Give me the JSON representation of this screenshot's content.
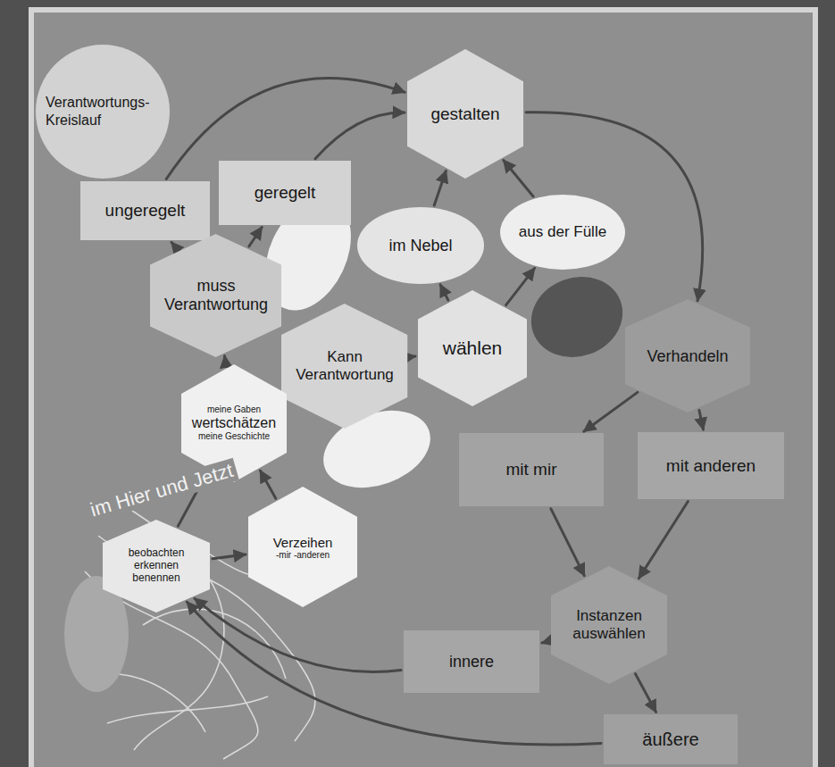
{
  "diagram": {
    "title": "Verantwortungs-Kreislauf",
    "nodes": [
      {
        "text": [
          "ungeregelt"
        ]
      },
      {
        "text": [
          "geregelt"
        ]
      },
      {
        "text": [
          "gestalten"
        ]
      },
      {
        "text": [
          "muss Verantwortung"
        ]
      },
      {
        "text": [
          "im Nebel"
        ]
      },
      {
        "text": [
          "aus der Fülle"
        ]
      },
      {
        "text": [
          "Kann Verantwortung"
        ]
      },
      {
        "text": [
          "wählen"
        ]
      },
      {
        "text": [
          "Verhandeln"
        ]
      },
      {
        "text": [
          "meine Gaben",
          "wertschätzen",
          "meine Geschichte"
        ]
      },
      {
        "text": [
          "mit mir"
        ]
      },
      {
        "text": [
          "mit anderen"
        ]
      },
      {
        "text": [
          "beobachten erkennen benennen"
        ]
      },
      {
        "text": [
          "Verzeihen",
          "-mir -anderen"
        ]
      },
      {
        "text": [
          "Instanzen auswählen"
        ]
      },
      {
        "text": [
          "innere"
        ]
      },
      {
        "text": [
          "äußere"
        ]
      }
    ],
    "edges": [
      {
        "from": 0,
        "to": 2,
        "arrow": "to"
      },
      {
        "from": 1,
        "to": 2,
        "arrow": "to"
      },
      {
        "from": 3,
        "to": 0,
        "arrow": "to"
      },
      {
        "from": 3,
        "to": 1,
        "arrow": "to"
      },
      {
        "from": 4,
        "to": 2,
        "arrow": "to"
      },
      {
        "from": 5,
        "to": 2,
        "arrow": "to"
      },
      {
        "from": 7,
        "to": 4,
        "arrow": "to"
      },
      {
        "from": 7,
        "to": 5,
        "arrow": "to"
      },
      {
        "from": 6,
        "to": 7,
        "arrow": "to"
      },
      {
        "from": 2,
        "to": 8,
        "arrow": "to"
      },
      {
        "from": 8,
        "to": 10,
        "arrow": "to"
      },
      {
        "from": 8,
        "to": 11,
        "arrow": "to"
      },
      {
        "from": 10,
        "to": 14,
        "arrow": "to"
      },
      {
        "from": 11,
        "to": 14,
        "arrow": "to"
      },
      {
        "from": 14,
        "to": 15,
        "arrow": "to"
      },
      {
        "from": 14,
        "to": 16,
        "arrow": "to"
      },
      {
        "from": 15,
        "to": 12,
        "arrow": "to"
      },
      {
        "from": 16,
        "to": 12,
        "arrow": "to"
      },
      {
        "from": 12,
        "to": 9,
        "arrow": "to"
      },
      {
        "from": 12,
        "to": 13,
        "arrow": "to"
      },
      {
        "from": 13,
        "to": 9,
        "arrow": "to"
      },
      {
        "from": 9,
        "to": 3,
        "arrow": "to"
      },
      {
        "from": 9,
        "to": 6,
        "arrow": "to"
      }
    ],
    "labels": [
      "im Hier und Jetzt"
    ]
  }
}
